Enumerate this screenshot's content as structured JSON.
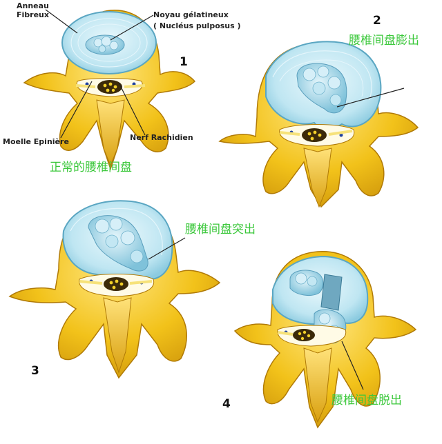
{
  "labels": {
    "anneau_line1": "Anneau",
    "anneau_line2": "Fibreux",
    "noyau_line1": "Noyau gélatineux",
    "noyau_line2": "( Nucléus pulposus )",
    "moelle": "Moelle Epinière",
    "nerf": "Nerf Rachidien"
  },
  "stages": [
    {
      "number": "1",
      "caption": "正常的腰椎间盘"
    },
    {
      "number": "2",
      "caption": "腰椎间盘膨出"
    },
    {
      "number": "3",
      "caption": "腰椎间盘突出"
    },
    {
      "number": "4",
      "caption": "腰椎间盘脱出"
    }
  ],
  "colors": {
    "bone": "#f2c21a",
    "bone_dark": "#b8860b",
    "annulus": "#bfe6f2",
    "nucleus": "#a9dcef",
    "caption_green": "#3cc83c"
  }
}
